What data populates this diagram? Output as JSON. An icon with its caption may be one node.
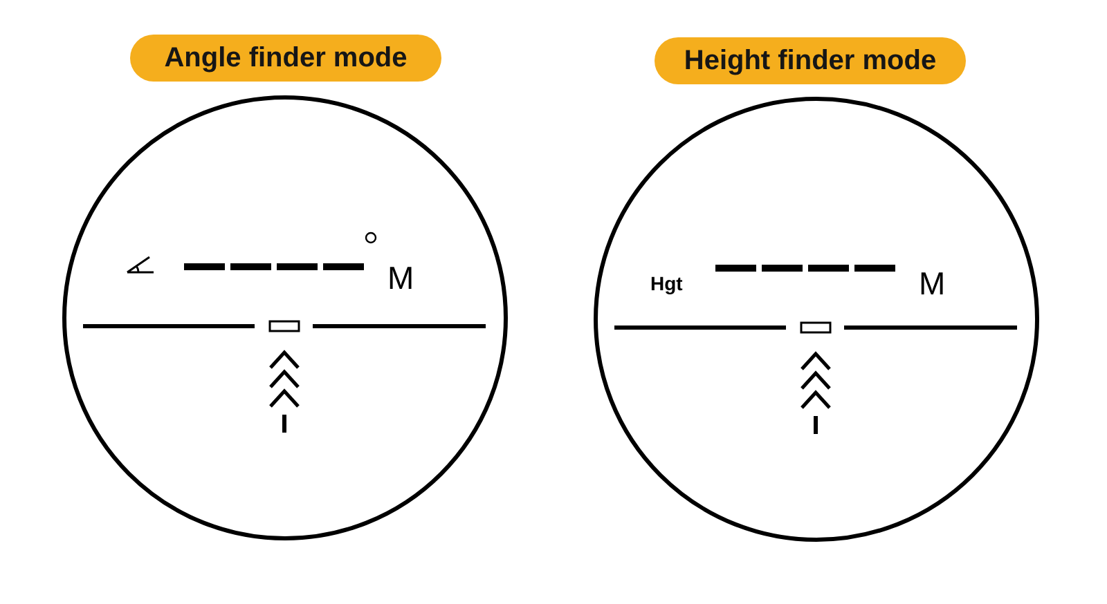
{
  "diagram": {
    "nodes": [
      {
        "text": [
          "Angle finder mode"
        ]
      },
      {
        "text": [
          "M"
        ]
      },
      {
        "text": [
          "Height finder mode"
        ]
      },
      {
        "text": [
          "Hgt",
          "M"
        ]
      }
    ]
  }
}
